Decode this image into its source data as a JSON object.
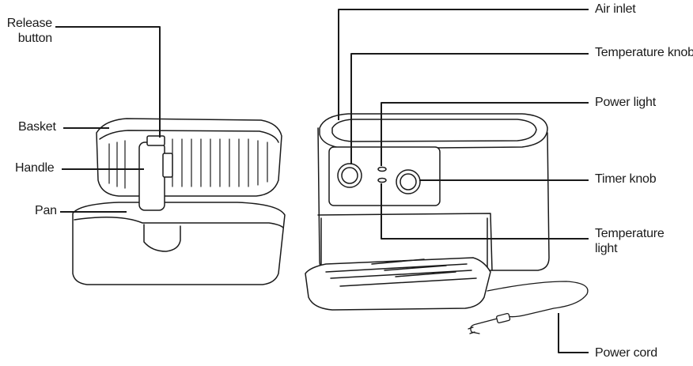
{
  "labels": {
    "release_button": "Release\nbutton",
    "basket": "Basket",
    "handle": "Handle",
    "pan": "Pan",
    "air_inlet": "Air inlet",
    "temperature_knob": "Temperature knob",
    "power_light": "Power light",
    "timer_knob": "Timer knob",
    "temperature_light": "Temperature\nlight",
    "power_cord": "Power cord"
  },
  "colors": {
    "ink": "#1a1a1a",
    "background": "#ffffff",
    "fill": "#ffffff"
  }
}
